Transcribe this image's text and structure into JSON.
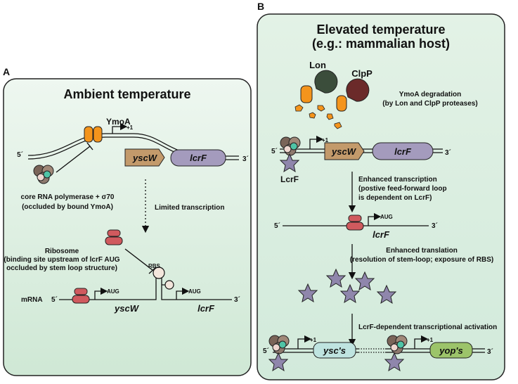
{
  "panel_a": {
    "letter": "A",
    "title": "Ambient temperature",
    "ymoa": "YmoA",
    "tss": "+1",
    "five_prime": "5´",
    "three_prime": "3´",
    "gene1": "yscW",
    "gene2": "lcrF",
    "polymerase_line1": "core RNA polymerase + σ70",
    "polymerase_line2": "(occluded by bound YmoA)",
    "limited": "Limited transcription",
    "ribosome_label": "Ribosome",
    "ribosome_line2": "(binding site upstream of lcrF AUG",
    "ribosome_line3": "occluded by stem loop structure)",
    "rbs": "RBS",
    "mrna": "mRNA",
    "aug": "AUG"
  },
  "panel_b": {
    "letter": "B",
    "title_line1": "Elevated temperature",
    "title_line2": "(e.g.: mammalian host)",
    "lon": "Lon",
    "clpp": "ClpP",
    "degradation_line1": "YmoA degradation",
    "degradation_line2": "(by Lon and ClpP proteases)",
    "tss": "+1",
    "five_prime": "5´",
    "three_prime": "3´",
    "gene1": "yscW",
    "gene2": "lcrF",
    "lcrf_protein": "LcrF",
    "enhanced_tx_line1": "Enhanced transcription",
    "enhanced_tx_line2": "(postive feed-forward loop",
    "enhanced_tx_line3": "is dependent on LcrF)",
    "aug": "AUG",
    "enhanced_tl_line1": "Enhanced translation",
    "enhanced_tl_line2": "(resolution of stem-loop; exposure of RBS)",
    "activation": "LcrF-dependent transcriptional activation",
    "gene_ysc": "ysc's",
    "gene_yop": "yop's"
  },
  "colors": {
    "panel_bg": "#dcefe0",
    "ymoa": "#f4941c",
    "ribosome": "#d05a5e",
    "yscw": "#c39a6b",
    "lcrf": "#a49bbd",
    "star": "#8f86ac",
    "lon": "#3b4d3b",
    "clpp": "#6b2a2a",
    "ysc": "#bfe4e0",
    "yop": "#9cc46a"
  }
}
